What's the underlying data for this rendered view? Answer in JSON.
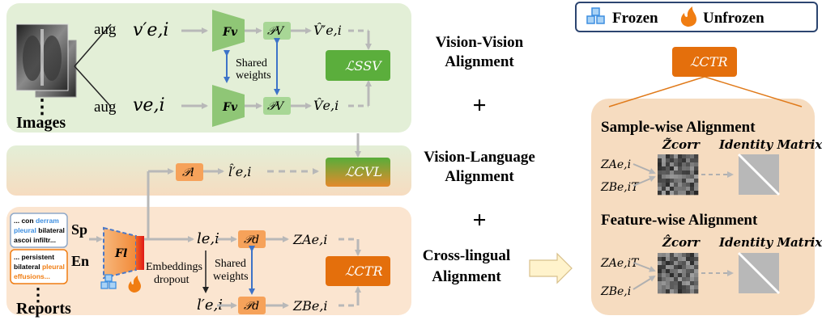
{
  "legend": {
    "frozen_label": "Frozen",
    "unfrozen_label": "Unfrozen",
    "frozen_icon": "frozen-cubes-icon",
    "unfrozen_icon": "flame-icon",
    "frozen_color": "#3d8ee0",
    "unfrozen_color": "#f07d12"
  },
  "vision": {
    "images_label": "Images",
    "ellipsis": "⋮",
    "aug_top": "aug",
    "aug_bottom": "aug",
    "v_prime": "v′e,i",
    "v": "ve,i",
    "encoder": "Fv",
    "projector": "𝒫V",
    "vhat_prime": "V̂′e,i",
    "vhat": "V̂e,i",
    "shared_weights_line1": "Shared",
    "shared_weights_line2": "weights",
    "loss_ssv": "ℒSSV"
  },
  "vl": {
    "projector": "𝒫l",
    "lhat": "l̂′e,i",
    "loss_cvl": "ℒCVL"
  },
  "reports": {
    "label": "Reports",
    "ellipsis": "⋮",
    "sp_label": "Sp",
    "en_label": "En",
    "sp_text_1": "... con",
    "sp_text_2": "derram",
    "sp_text_3": "pleural",
    "sp_text_4": "bilateral",
    "sp_text_5": "ascoi infiltr...",
    "en_text_1": "... persistent",
    "en_text_2": "bilateral",
    "en_text_3": "pleural",
    "en_text_4": "effusions...",
    "encoder": "Fl",
    "embeddings_line1": "Embeddings",
    "embeddings_line2": "dropout",
    "shared_weights_line1": "Shared",
    "shared_weights_line2": "weights",
    "l": "le,i",
    "l_prime": "l′e,i",
    "projector_top": "𝒫d",
    "projector_bottom": "𝒫d",
    "za": "ZAe,i",
    "zb": "ZBe,i",
    "loss_ctr": "ℒCTR"
  },
  "middle": {
    "vv_line1": "Vision-Vision",
    "vv_line2": "Alignment",
    "plus1": "+",
    "vl_line1": "Vision-Language",
    "vl_line2": "Alignment",
    "plus2": "+",
    "cl_line1": "Cross-lingual",
    "cl_line2": "Alignment"
  },
  "right": {
    "loss_ctr": "ℒCTR",
    "sample_title": "Sample-wise Alignment",
    "feature_title": "Feature-wise Alignment",
    "zcorr": "Z̃corr",
    "zcorr_hat": "Ẑcorr",
    "identity1": "Identity Matrix",
    "identity2": "Identity Matrix",
    "s_za": "ZAe,i",
    "s_zb": "ZBe,iT",
    "f_za": "ZAe,iT",
    "f_zb": "ZBe,i"
  }
}
